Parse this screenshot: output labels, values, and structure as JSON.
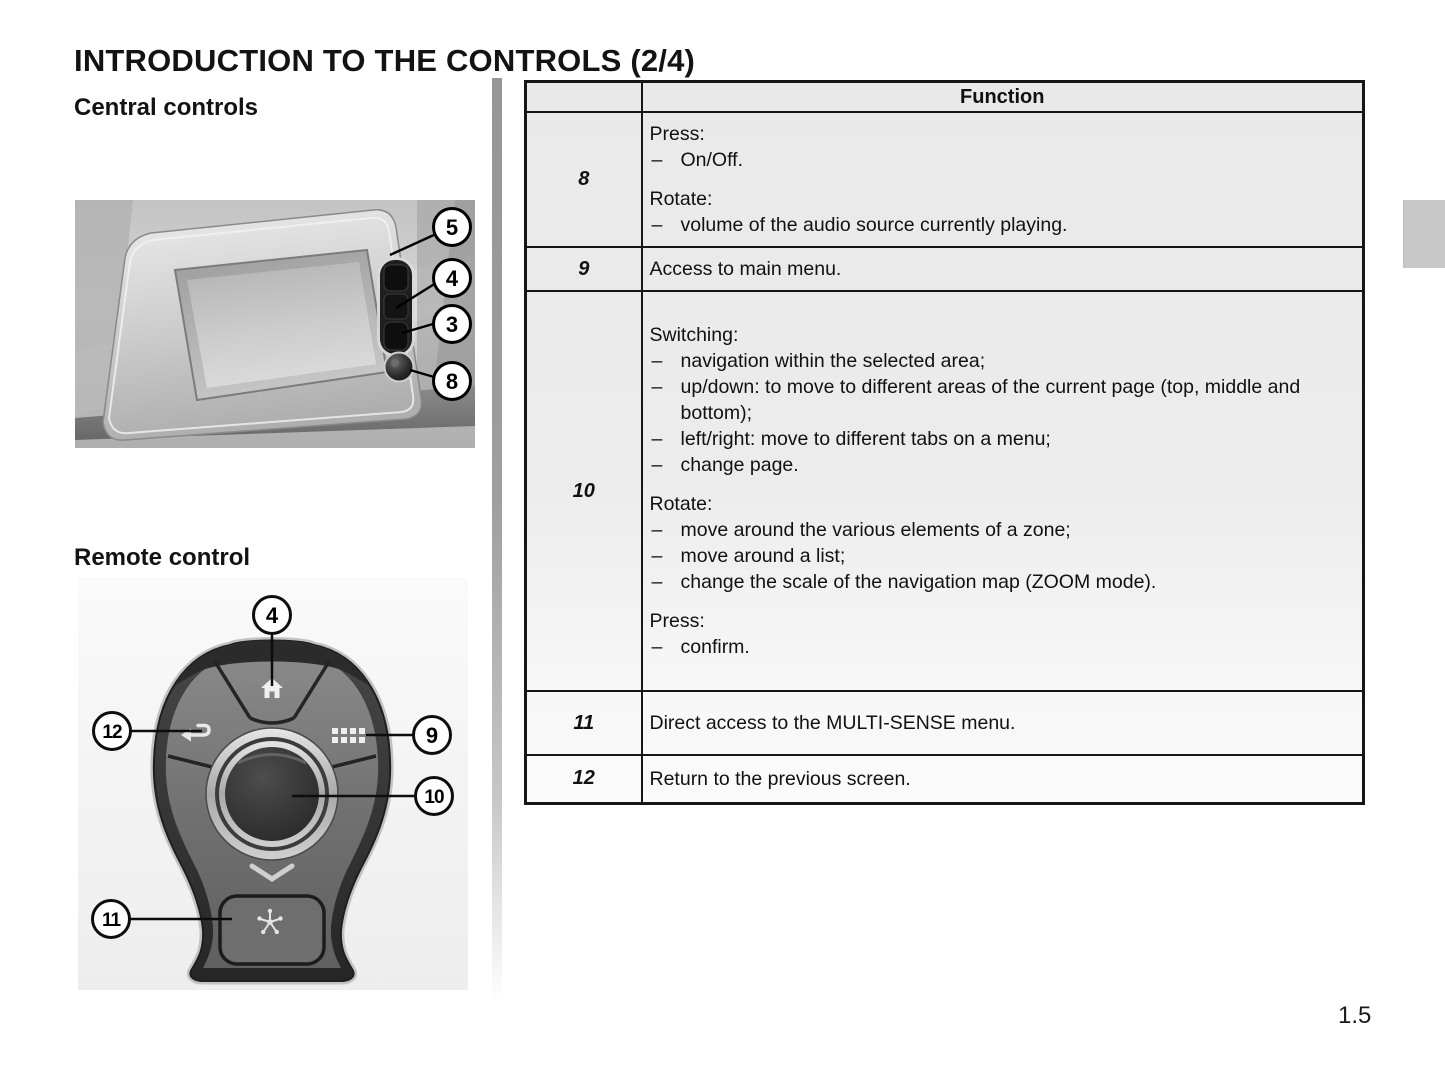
{
  "page": {
    "title": "INTRODUCTION TO THE CONTROLS (2/4)",
    "page_number": "1.5"
  },
  "sections": {
    "central": {
      "heading": "Central controls",
      "callouts": [
        "5",
        "4",
        "3",
        "8"
      ]
    },
    "remote": {
      "heading": "Remote control",
      "callouts": [
        "4",
        "12",
        "9",
        "10",
        "11"
      ]
    }
  },
  "table": {
    "header": "Function",
    "bullet": "–",
    "rows": [
      {
        "num": "8",
        "blocks": [
          {
            "label": "Press:",
            "items": [
              "On/Off."
            ]
          },
          {
            "label": "Rotate:",
            "items": [
              "volume of the audio source currently playing."
            ]
          }
        ]
      },
      {
        "num": "9",
        "blocks": [
          {
            "text": "Access to main menu."
          }
        ]
      },
      {
        "num": "10",
        "blocks": [
          {
            "label": "Switching:",
            "items": [
              "navigation within the selected area;",
              "up/down: to move to different areas of the current page (top, middle and bottom);",
              "left/right: move to different tabs on a menu;",
              "change page."
            ]
          },
          {
            "label": "Rotate:",
            "items": [
              "move around the various elements of a zone;",
              "move around a list;",
              "change the scale of the navigation map (ZOOM mode)."
            ]
          },
          {
            "label": "Press:",
            "items": [
              "confirm."
            ]
          }
        ]
      },
      {
        "num": "11",
        "blocks": [
          {
            "text": "Direct access to the MULTI-SENSE menu."
          }
        ]
      },
      {
        "num": "12",
        "blocks": [
          {
            "text": "Return to the previous screen."
          }
        ]
      }
    ]
  }
}
